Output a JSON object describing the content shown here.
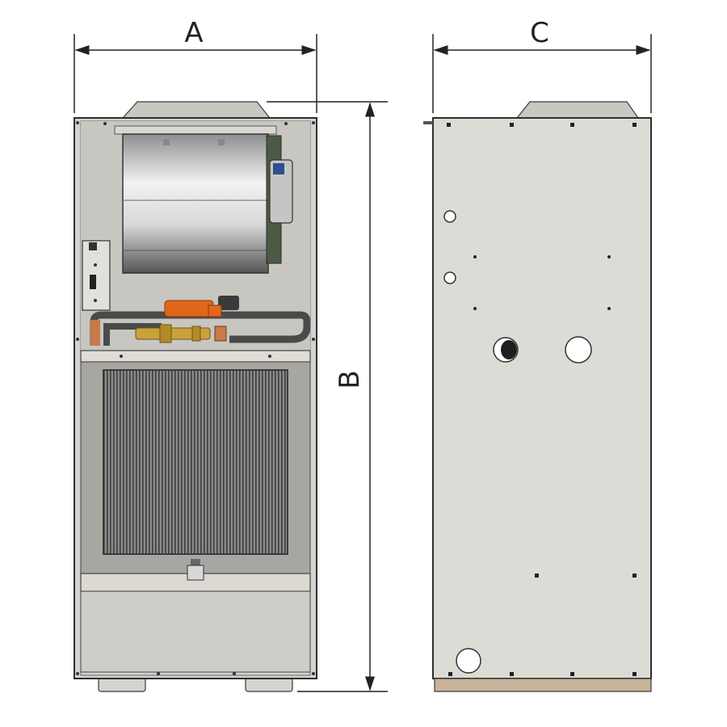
{
  "dimensions": {
    "width_label": "A",
    "height_label": "B",
    "depth_label": "C"
  },
  "colors": {
    "panel": "#d4d2cd",
    "panel_dark": "#a8a6a1",
    "frame_line": "#3a3a3a",
    "coil_fin": "#5a5a5a",
    "fan_housing": "#b9b9b9",
    "motor_blue": "#2f4f8f",
    "valve_orange": "#e0661c",
    "brass": "#caa23a",
    "pipe_dark": "#4a4a4a",
    "copper": "#c87a4a",
    "base_strip": "#c9b39a"
  }
}
